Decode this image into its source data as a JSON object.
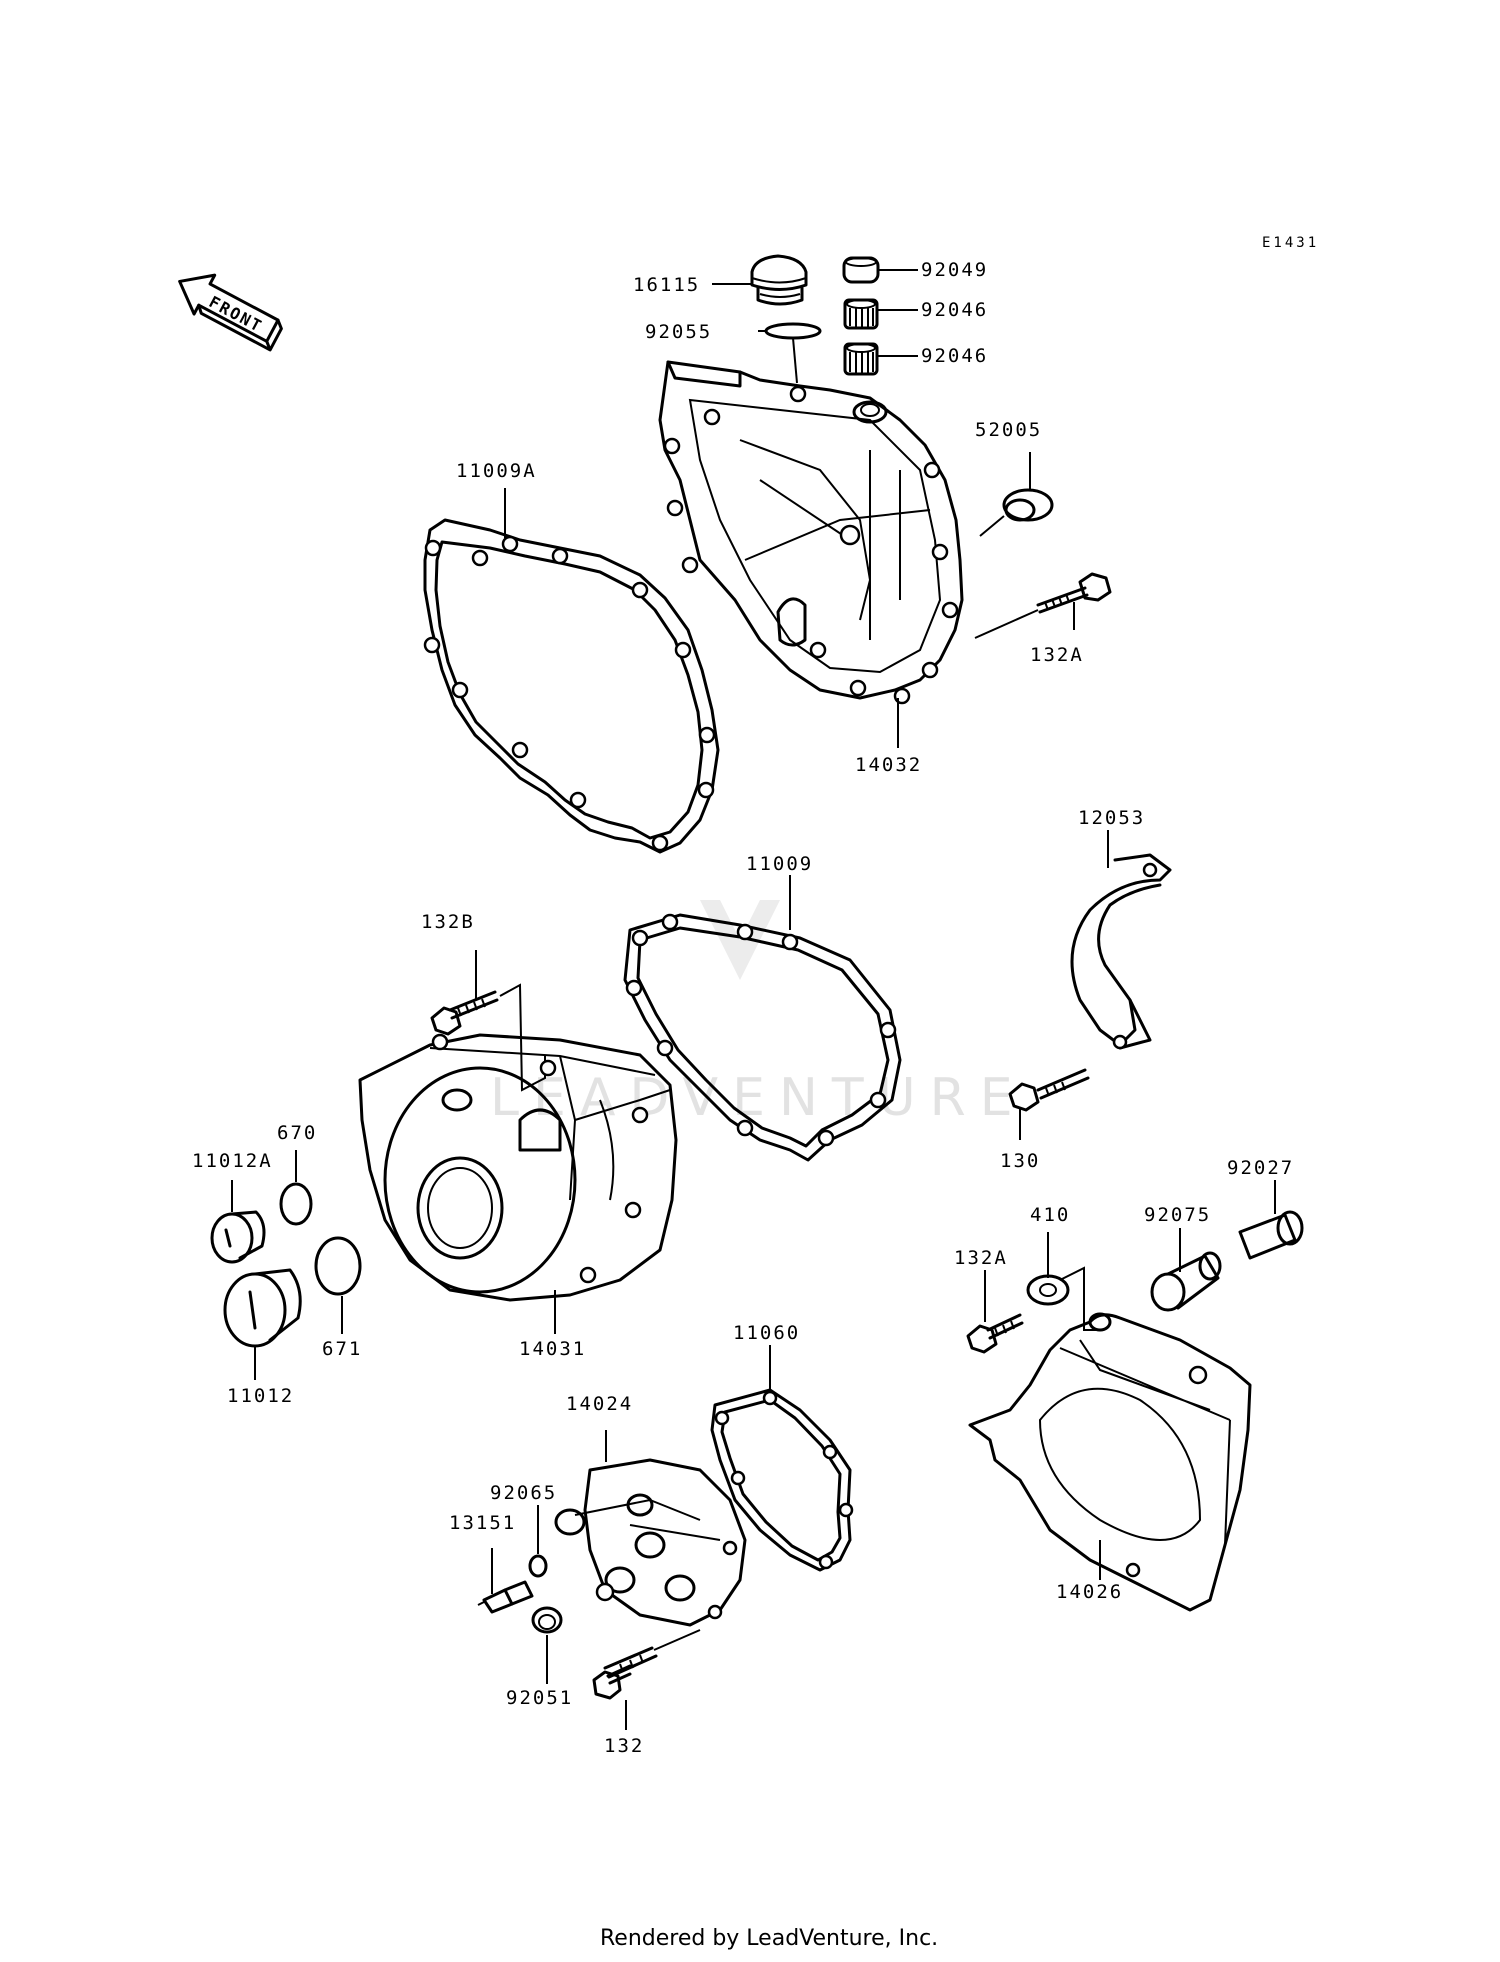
{
  "diagram_code": "E1431",
  "front_arrow_label": "FRONT",
  "watermark": "LEADVENTURE",
  "footer": "Rendered by LeadVenture, Inc.",
  "parts": [
    {
      "id": "p16115",
      "label": "16115"
    },
    {
      "id": "p92049",
      "label": "92049"
    },
    {
      "id": "p92046a",
      "label": "92046"
    },
    {
      "id": "p92055",
      "label": "92055"
    },
    {
      "id": "p92046b",
      "label": "92046"
    },
    {
      "id": "p52005",
      "label": "52005"
    },
    {
      "id": "p11009A",
      "label": "11009A"
    },
    {
      "id": "p132A_top",
      "label": "132A"
    },
    {
      "id": "p14032",
      "label": "14032"
    },
    {
      "id": "p12053",
      "label": "12053"
    },
    {
      "id": "p11009",
      "label": "11009"
    },
    {
      "id": "p132B",
      "label": "132B"
    },
    {
      "id": "p130",
      "label": "130"
    },
    {
      "id": "p670",
      "label": "670"
    },
    {
      "id": "p11012A",
      "label": "11012A"
    },
    {
      "id": "p92027",
      "label": "92027"
    },
    {
      "id": "p410",
      "label": "410"
    },
    {
      "id": "p92075",
      "label": "92075"
    },
    {
      "id": "p132A_bottom",
      "label": "132A"
    },
    {
      "id": "p671",
      "label": "671"
    },
    {
      "id": "p14031",
      "label": "14031"
    },
    {
      "id": "p11012",
      "label": "11012"
    },
    {
      "id": "p11060",
      "label": "11060"
    },
    {
      "id": "p14024",
      "label": "14024"
    },
    {
      "id": "p92065",
      "label": "92065"
    },
    {
      "id": "p13151",
      "label": "13151"
    },
    {
      "id": "p14026",
      "label": "14026"
    },
    {
      "id": "p92051",
      "label": "92051"
    },
    {
      "id": "p132",
      "label": "132"
    }
  ]
}
